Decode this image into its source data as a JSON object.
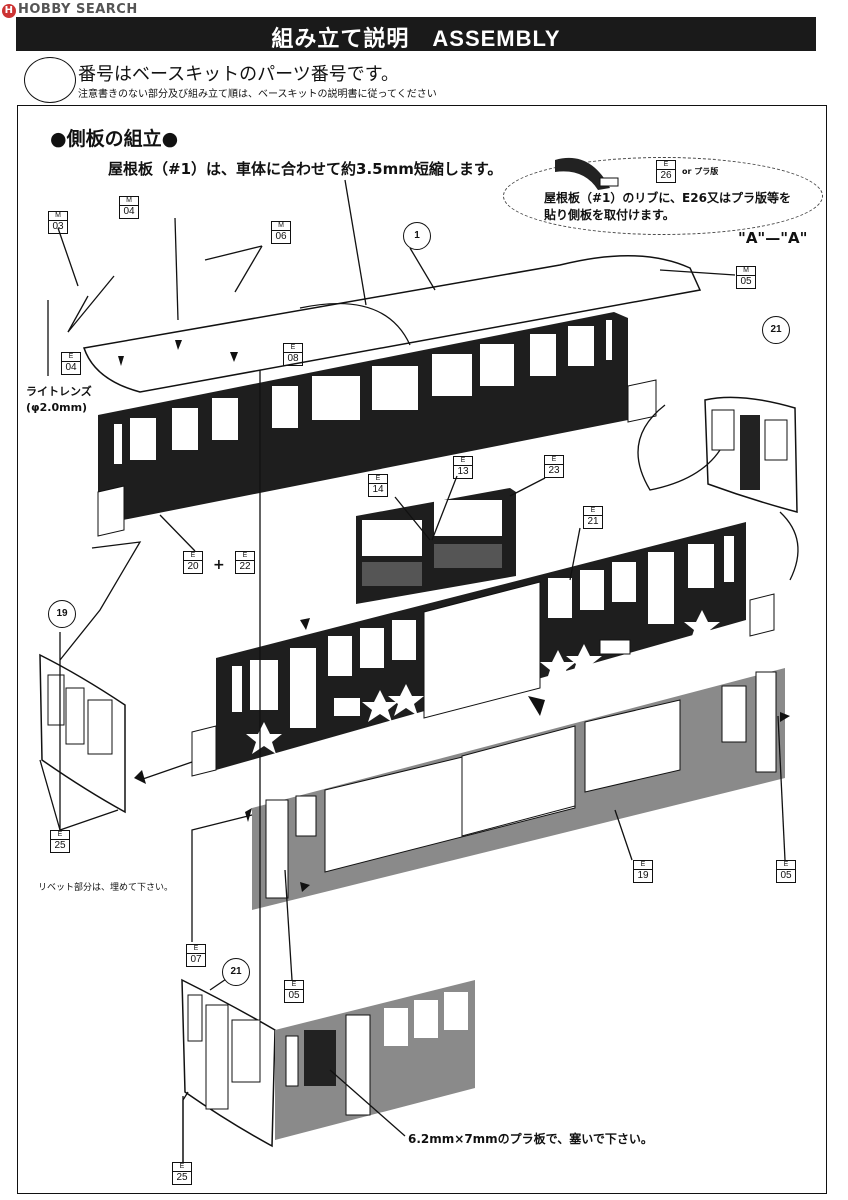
{
  "watermark": "HOBBY SEARCH",
  "header": {
    "title": "組み立て説明　ASSEMBLY"
  },
  "intro": {
    "line1": "番号はベースキットのパーツ番号です。",
    "line2": "注意書きのない部分及び組み立て順は、ベースキットの説明書に従ってください"
  },
  "section_title": "●側板の組立●",
  "note_roof": "屋根板（#1）は、車体に合わせて約3.5mm短縮します。",
  "callout": {
    "line1": "屋根板（#1）のリブに、E26又はプラ版等を",
    "line2": "貼り側板を取付けます。",
    "or_label": "or プラ版"
  },
  "view_label": "\"A\"—\"A\"",
  "lens_label": {
    "line1": "ライトレンズ",
    "line2": "(φ2.0mm)"
  },
  "plus": "+",
  "rivet_note": "リベット部分は、埋めて下さい。",
  "plate_note": "6.2mm×7mmのプラ板で、塞いで下さい。",
  "circled": {
    "n1": "1",
    "n19": "19",
    "n21a": "21",
    "n21b": "21"
  },
  "tags": {
    "m03": {
      "s": "M",
      "v": "03"
    },
    "m04": {
      "s": "M",
      "v": "04"
    },
    "m06": {
      "s": "M",
      "v": "06"
    },
    "e04": {
      "s": "E",
      "v": "04"
    },
    "e08": {
      "s": "E",
      "v": "08"
    },
    "e26": {
      "s": "E",
      "v": "26"
    },
    "m05": {
      "s": "M",
      "v": "05"
    },
    "e14": {
      "s": "E",
      "v": "14"
    },
    "e13": {
      "s": "E",
      "v": "13"
    },
    "e23": {
      "s": "E",
      "v": "23"
    },
    "e21": {
      "s": "E",
      "v": "21"
    },
    "e20": {
      "s": "E",
      "v": "20"
    },
    "e22": {
      "s": "E",
      "v": "22"
    },
    "e25a": {
      "s": "E",
      "v": "25"
    },
    "e19": {
      "s": "E",
      "v": "19"
    },
    "e05a": {
      "s": "E",
      "v": "05"
    },
    "e07": {
      "s": "E",
      "v": "07"
    },
    "e05b": {
      "s": "E",
      "v": "05"
    },
    "e25b": {
      "s": "E",
      "v": "25"
    }
  }
}
